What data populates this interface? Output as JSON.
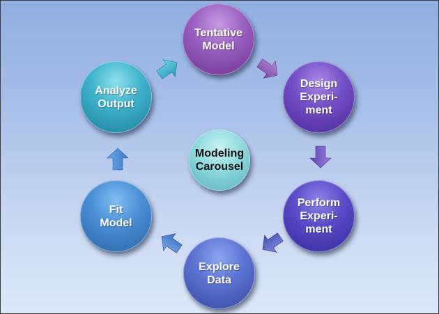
{
  "diagram": {
    "center": {
      "label": "Modeling\nCarousel"
    },
    "nodes": [
      {
        "id": "tentative-model",
        "label": "Tentative\nModel"
      },
      {
        "id": "design-experiment",
        "label": "Design\nExperi-\nment"
      },
      {
        "id": "perform-experiment",
        "label": "Perform\nExperi-\nment"
      },
      {
        "id": "explore-data",
        "label": "Explore\nData"
      },
      {
        "id": "fit-model",
        "label": "Fit\nModel"
      },
      {
        "id": "analyze-output",
        "label": "Analyze\nOutput"
      }
    ],
    "colors": {
      "background": "#a9c0e8",
      "arrow_purple": "#8a5fb8",
      "arrow_blue": "#4e6bc0",
      "arrow_cyan": "#3fa8c4",
      "arrow_light_blue": "#4a8bd0"
    }
  }
}
